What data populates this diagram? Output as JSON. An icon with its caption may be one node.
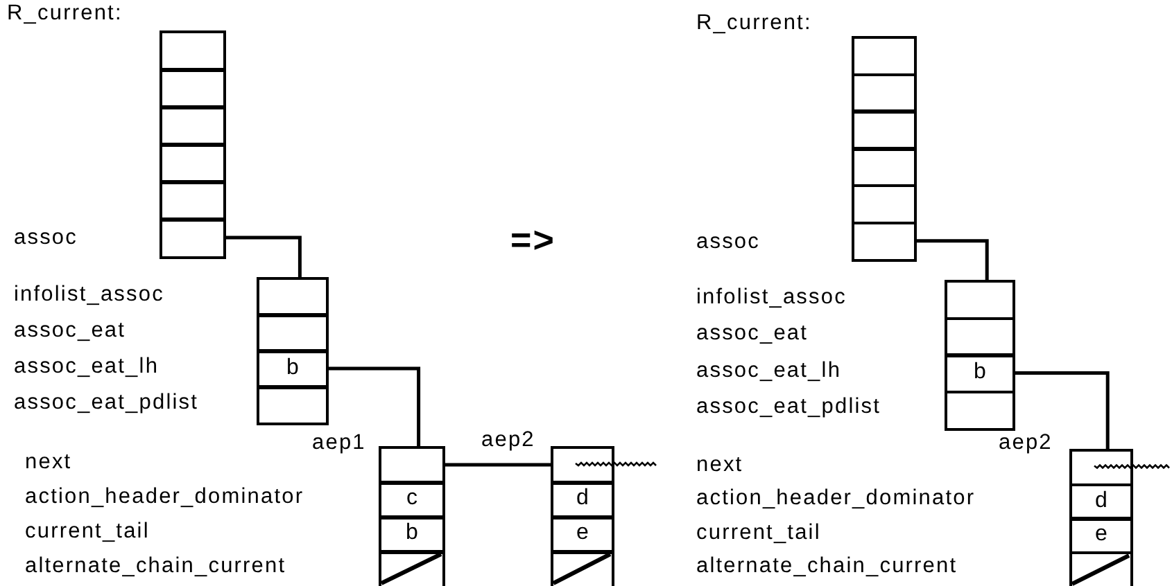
{
  "diagram": {
    "nodes": [
      {
        "text": [],
        "shape": "box"
      },
      {
        "text": [],
        "shape": "box"
      },
      {
        "text": [],
        "shape": "box"
      },
      {
        "text": [],
        "shape": "box"
      },
      {
        "text": [],
        "shape": "box"
      },
      {
        "text": [],
        "shape": "box"
      },
      {
        "text": [],
        "shape": "box"
      },
      {
        "text": [],
        "shape": "box"
      },
      {
        "text": [
          "b"
        ]
      },
      {
        "text": [],
        "shape": "box"
      },
      {
        "text": [],
        "shape": "box"
      },
      {
        "text": [
          "c"
        ]
      },
      {
        "text": [
          "b"
        ]
      },
      {
        "text": [],
        "shape": "box"
      },
      {
        "text": [],
        "shape": "box"
      },
      {
        "text": [
          "d"
        ]
      },
      {
        "text": [
          "e"
        ]
      },
      {
        "text": [],
        "shape": "box"
      },
      {
        "text": [],
        "shape": "box"
      },
      {
        "text": [],
        "shape": "box"
      },
      {
        "text": [],
        "shape": "box"
      },
      {
        "text": [],
        "shape": "box"
      },
      {
        "text": [],
        "shape": "box"
      },
      {
        "text": [],
        "shape": "box"
      },
      {
        "text": [],
        "shape": "box"
      },
      {
        "text": [],
        "shape": "box"
      },
      {
        "text": [
          "b"
        ]
      },
      {
        "text": [],
        "shape": "box"
      },
      {
        "text": [],
        "shape": "box"
      },
      {
        "text": [
          "d"
        ]
      },
      {
        "text": [
          "e"
        ]
      },
      {
        "text": [],
        "shape": "box"
      }
    ],
    "edges": [
      {
        "from": 5,
        "to": 6,
        "arrow": "none"
      },
      {
        "from": 8,
        "to": 10,
        "arrow": "none"
      },
      {
        "from": 10,
        "to": 14,
        "arrow": "none"
      },
      {
        "from": 23,
        "to": 24,
        "arrow": "none"
      },
      {
        "from": 26,
        "to": 28,
        "arrow": "none"
      }
    ],
    "labels": [
      "R_current:",
      "assoc",
      "infolist_assoc",
      "assoc_eat",
      "assoc_eat_lh",
      "assoc_eat_pdlist",
      "aep1",
      "aep2",
      "next",
      "action_header_dominator",
      "current_tail",
      "alternate_chain_current",
      "=>",
      "R_current:",
      "assoc",
      "infolist_assoc",
      "assoc_eat",
      "assoc_eat_lh",
      "assoc_eat_pdlist",
      "aep2",
      "next",
      "action_header_dominator",
      "current_tail",
      "alternate_chain_current"
    ]
  }
}
